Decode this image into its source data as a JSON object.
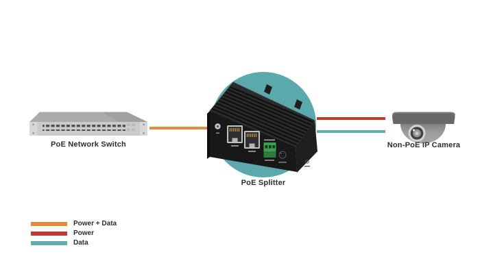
{
  "diagram": {
    "nodes": [
      {
        "id": "switch",
        "label": "PoE Network Switch"
      },
      {
        "id": "splitter",
        "label": "PoE Splitter"
      },
      {
        "id": "camera",
        "label": "Non-PoE IP Camera"
      }
    ],
    "connections": [
      {
        "from": "PoE Network Switch",
        "to": "PoE Splitter",
        "type": "Power + Data",
        "color": "#E78A3D"
      },
      {
        "from": "PoE Splitter",
        "to": "Non-PoE IP Camera",
        "type": "Power",
        "color": "#BE3B2C"
      },
      {
        "from": "PoE Splitter",
        "to": "Non-PoE IP Camera",
        "type": "Data",
        "color": "#62ACAC"
      }
    ],
    "legend": {
      "items": [
        {
          "label": "Power + Data",
          "color": "#E78A3D"
        },
        {
          "label": "Power",
          "color": "#BE3B2C"
        },
        {
          "label": "Data",
          "color": "#62ACAC"
        }
      ]
    },
    "colors": {
      "splitter_circle": "#5BA9AD",
      "background": "#ffffff",
      "label_text": "#2d2d2d"
    }
  }
}
